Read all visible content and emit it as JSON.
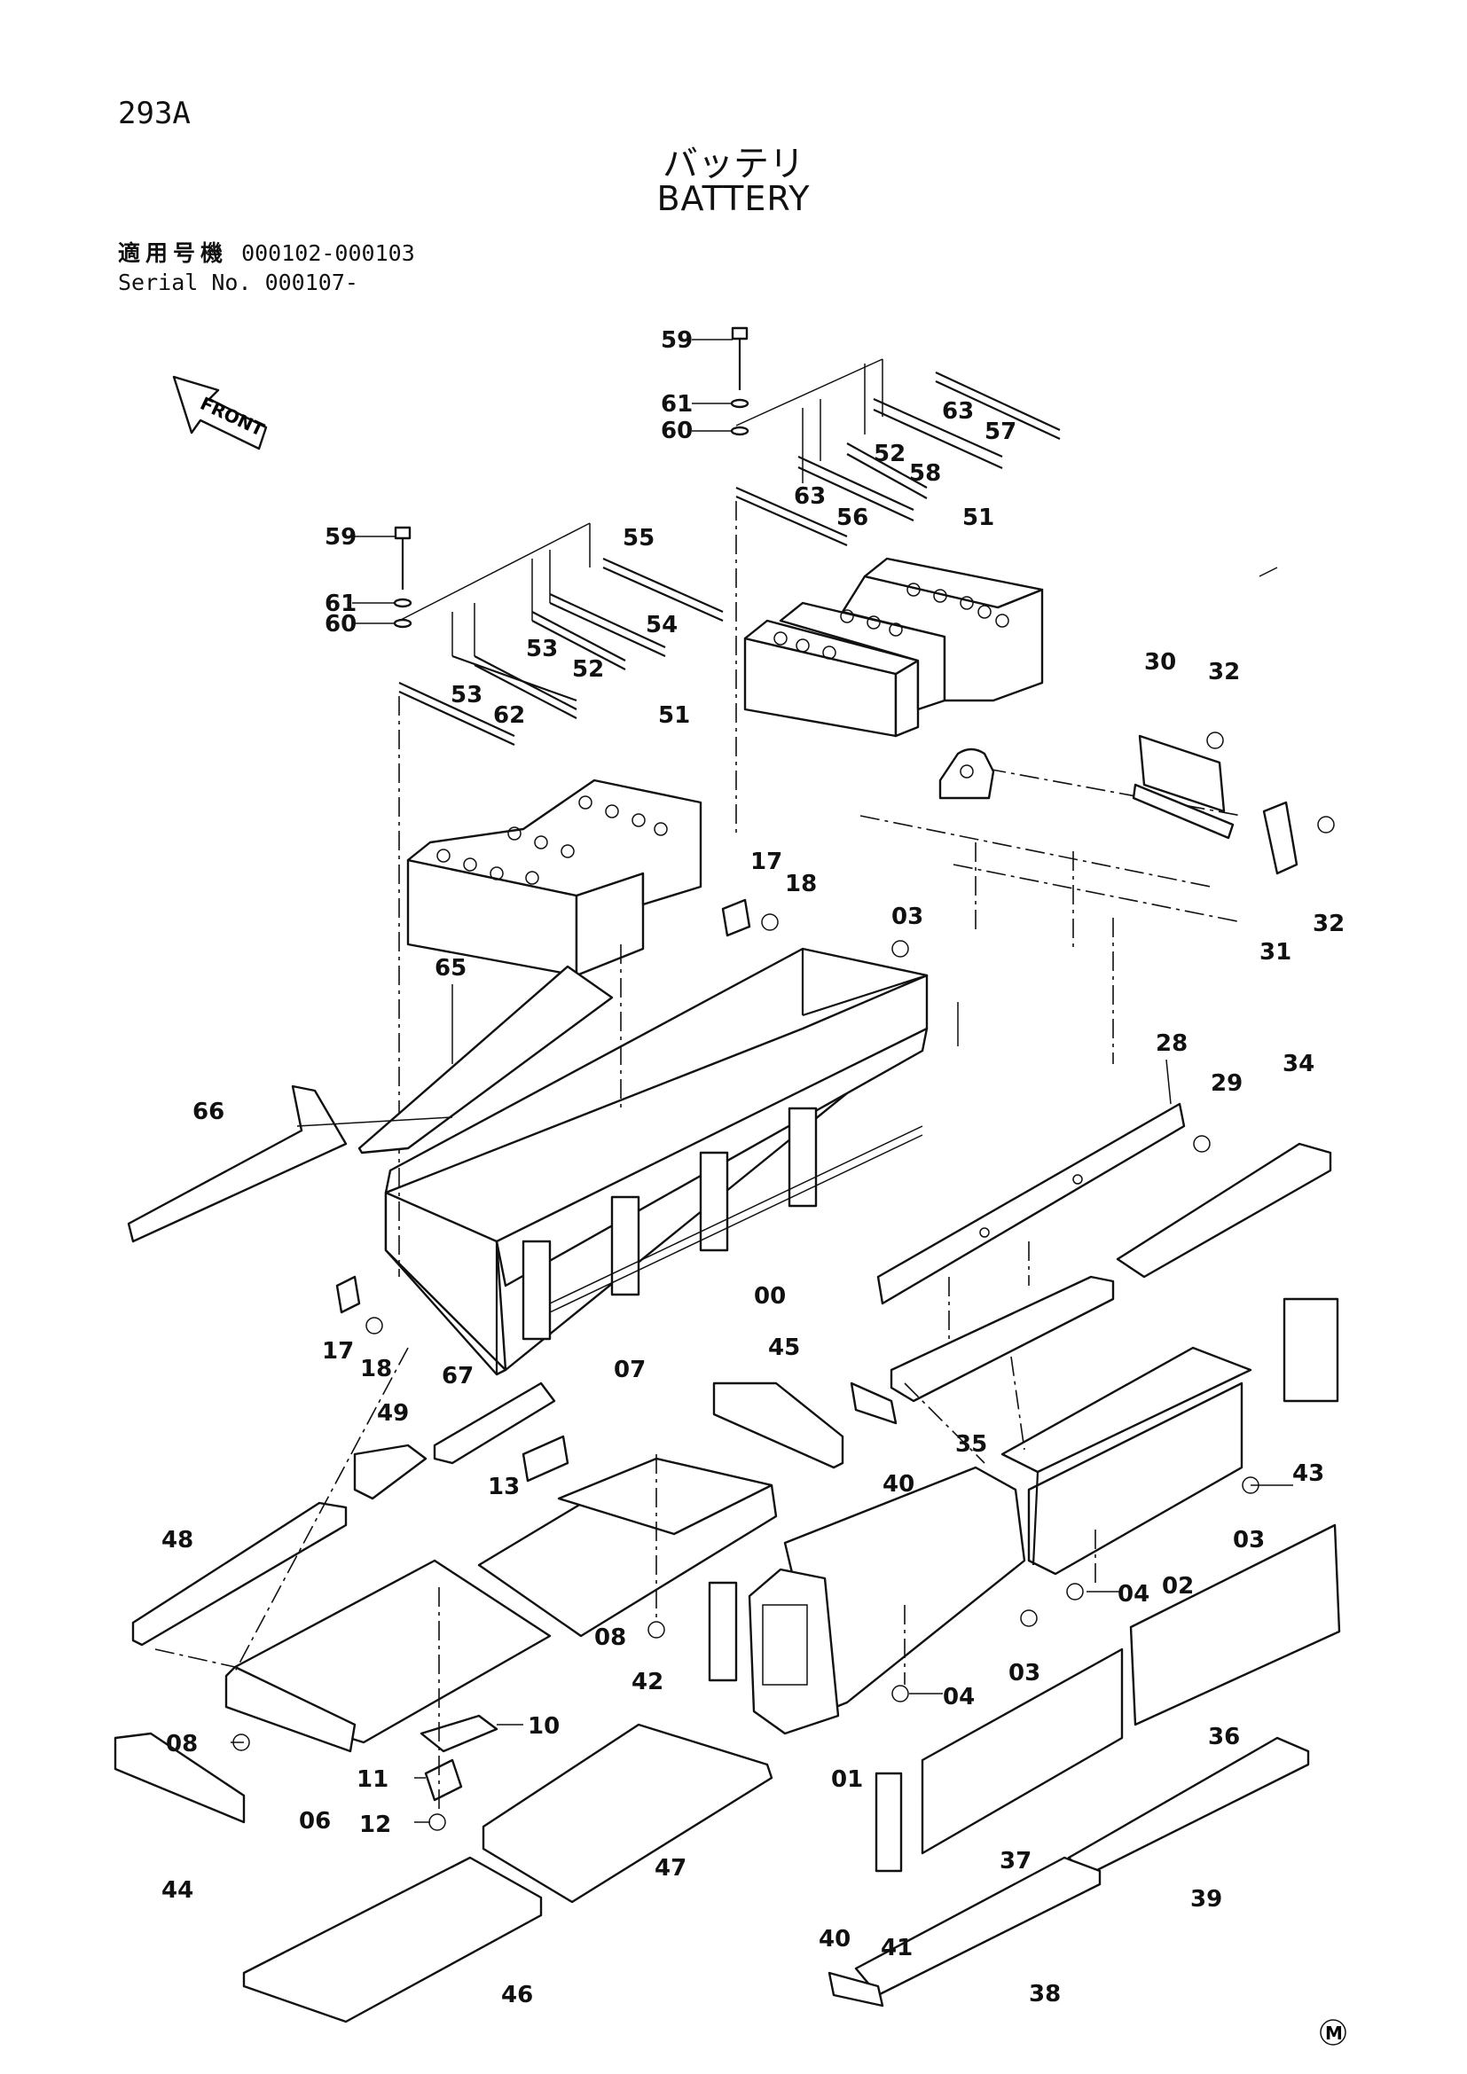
{
  "header": {
    "page_number": "293A",
    "title_jp": "バッテリ",
    "title_en": "BATTERY",
    "serial_label_jp": "適用号機",
    "serial_range_jp": "000102-000103",
    "serial_label_en": "Serial No.",
    "serial_range_en": "000107-"
  },
  "front_arrow": {
    "text": "FRONT"
  },
  "mark": "M",
  "parts": [
    {
      "id": "p59a",
      "text": "59"
    },
    {
      "id": "p61a",
      "text": "61"
    },
    {
      "id": "p60a",
      "text": "60"
    },
    {
      "id": "p63a",
      "text": "63"
    },
    {
      "id": "p57",
      "text": "57"
    },
    {
      "id": "p52a",
      "text": "52"
    },
    {
      "id": "p58",
      "text": "58"
    },
    {
      "id": "p63b",
      "text": "63"
    },
    {
      "id": "p56",
      "text": "56"
    },
    {
      "id": "p51a",
      "text": "51"
    },
    {
      "id": "p59b",
      "text": "59"
    },
    {
      "id": "p61b",
      "text": "61"
    },
    {
      "id": "p60b",
      "text": "60"
    },
    {
      "id": "p55",
      "text": "55"
    },
    {
      "id": "p54",
      "text": "54"
    },
    {
      "id": "p53a",
      "text": "53"
    },
    {
      "id": "p52b",
      "text": "52"
    },
    {
      "id": "p53b",
      "text": "53"
    },
    {
      "id": "p62",
      "text": "62"
    },
    {
      "id": "p51b",
      "text": "51"
    },
    {
      "id": "p30",
      "text": "30"
    },
    {
      "id": "p32a",
      "text": "32"
    },
    {
      "id": "p32b",
      "text": "32"
    },
    {
      "id": "p31",
      "text": "31"
    },
    {
      "id": "p17a",
      "text": "17"
    },
    {
      "id": "p18a",
      "text": "18"
    },
    {
      "id": "p03a",
      "text": "03"
    },
    {
      "id": "p65",
      "text": "65"
    },
    {
      "id": "p66",
      "text": "66"
    },
    {
      "id": "p28",
      "text": "28"
    },
    {
      "id": "p29",
      "text": "29"
    },
    {
      "id": "p34",
      "text": "34"
    },
    {
      "id": "p00",
      "text": "00"
    },
    {
      "id": "p17b",
      "text": "17"
    },
    {
      "id": "p18b",
      "text": "18"
    },
    {
      "id": "p67",
      "text": "67"
    },
    {
      "id": "p07",
      "text": "07"
    },
    {
      "id": "p45",
      "text": "45"
    },
    {
      "id": "p49",
      "text": "49"
    },
    {
      "id": "p13",
      "text": "13"
    },
    {
      "id": "p40a",
      "text": "40"
    },
    {
      "id": "p35",
      "text": "35"
    },
    {
      "id": "p43",
      "text": "43"
    },
    {
      "id": "p03b",
      "text": "03"
    },
    {
      "id": "p48",
      "text": "48"
    },
    {
      "id": "p04a",
      "text": "04"
    },
    {
      "id": "p02",
      "text": "02"
    },
    {
      "id": "p08a",
      "text": "08"
    },
    {
      "id": "p42",
      "text": "42"
    },
    {
      "id": "p03c",
      "text": "03"
    },
    {
      "id": "p04b",
      "text": "04"
    },
    {
      "id": "p10",
      "text": "10"
    },
    {
      "id": "p08b",
      "text": "08"
    },
    {
      "id": "p11",
      "text": "11"
    },
    {
      "id": "p06",
      "text": "06"
    },
    {
      "id": "p01",
      "text": "01"
    },
    {
      "id": "p36",
      "text": "36"
    },
    {
      "id": "p12",
      "text": "12"
    },
    {
      "id": "p44",
      "text": "44"
    },
    {
      "id": "p47",
      "text": "47"
    },
    {
      "id": "p37",
      "text": "37"
    },
    {
      "id": "p39",
      "text": "39"
    },
    {
      "id": "p40b",
      "text": "40"
    },
    {
      "id": "p41",
      "text": "41"
    },
    {
      "id": "p46",
      "text": "46"
    },
    {
      "id": "p38",
      "text": "38"
    }
  ]
}
